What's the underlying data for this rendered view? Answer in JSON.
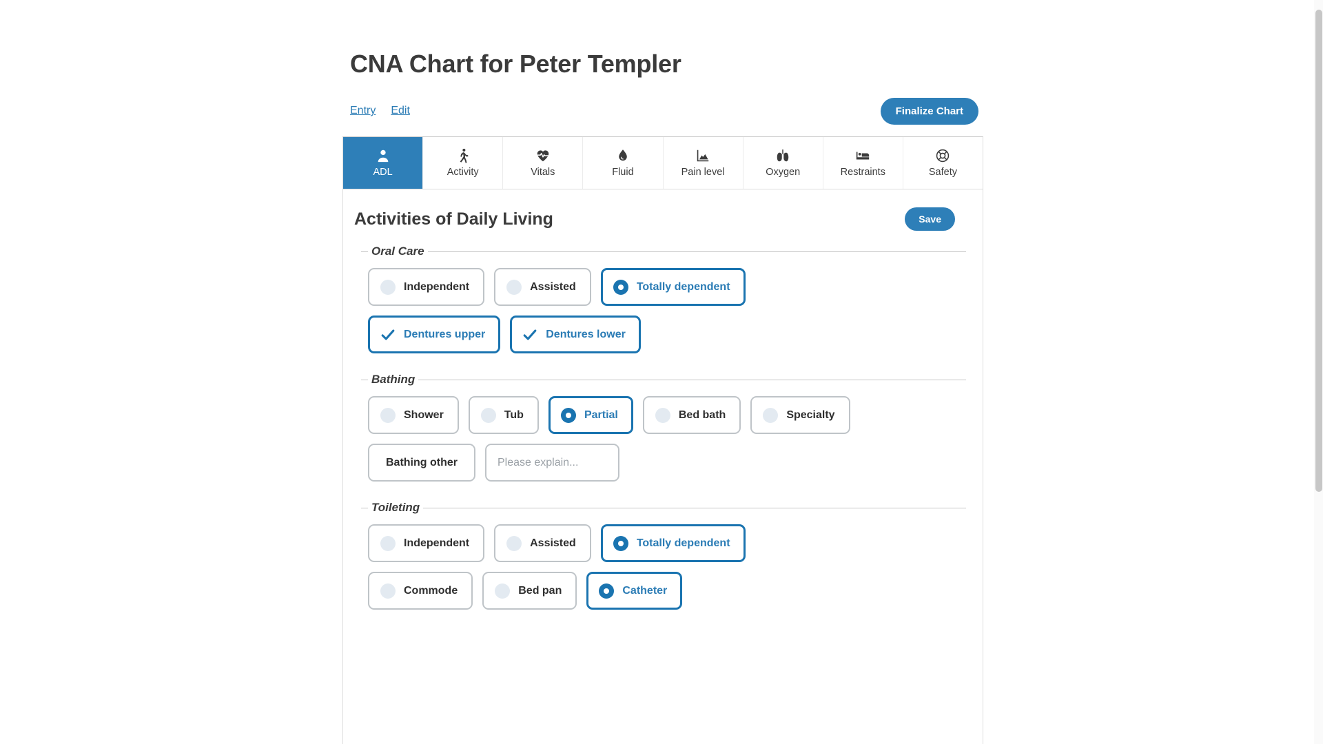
{
  "page": {
    "title": "CNA Chart for Peter Templer"
  },
  "subnav": {
    "links": [
      {
        "label": "Entry",
        "name": "entry"
      },
      {
        "label": "Edit",
        "name": "edit"
      }
    ]
  },
  "actions": {
    "finalize_label": "Finalize Chart",
    "save_label": "Save"
  },
  "colors": {
    "accent": "#2e7fb8",
    "selected_border": "#1a74b0",
    "selected_text": "#2b7cb5",
    "radio_empty": "#e3eaf1",
    "pill_border": "#bfc4c8",
    "text": "#3b3b3b"
  },
  "tabs": [
    {
      "label": "ADL",
      "icon": "person-icon",
      "active": true
    },
    {
      "label": "Activity",
      "icon": "walking-icon",
      "active": false
    },
    {
      "label": "Vitals",
      "icon": "heartbeat-icon",
      "active": false
    },
    {
      "label": "Fluid",
      "icon": "droplet-icon",
      "active": false
    },
    {
      "label": "Pain level",
      "icon": "chart-icon",
      "active": false
    },
    {
      "label": "Oxygen",
      "icon": "lungs-icon",
      "active": false
    },
    {
      "label": "Restraints",
      "icon": "bed-icon",
      "active": false
    },
    {
      "label": "Safety",
      "icon": "lifebuoy-icon",
      "active": false
    }
  ],
  "panel": {
    "heading": "Activities of Daily Living",
    "groups": [
      {
        "legend": "Oral Care",
        "rows": [
          {
            "control": "radio",
            "options": [
              {
                "label": "Independent",
                "selected": false
              },
              {
                "label": "Assisted",
                "selected": false
              },
              {
                "label": "Totally dependent",
                "selected": true
              }
            ]
          },
          {
            "control": "checkbox",
            "options": [
              {
                "label": "Dentures upper",
                "selected": true
              },
              {
                "label": "Dentures lower",
                "selected": true
              }
            ]
          }
        ]
      },
      {
        "legend": "Bathing",
        "rows": [
          {
            "control": "radio",
            "options": [
              {
                "label": "Shower",
                "selected": false
              },
              {
                "label": "Tub",
                "selected": false
              },
              {
                "label": "Partial",
                "selected": true
              },
              {
                "label": "Bed bath",
                "selected": false
              },
              {
                "label": "Specialty",
                "selected": false
              }
            ]
          },
          {
            "control": "mixed",
            "options": [
              {
                "label": "Bathing other",
                "selected": false,
                "control": "plain"
              }
            ],
            "input": {
              "value": "",
              "placeholder": "Please explain..."
            }
          }
        ]
      },
      {
        "legend": "Toileting",
        "rows": [
          {
            "control": "radio",
            "options": [
              {
                "label": "Independent",
                "selected": false
              },
              {
                "label": "Assisted",
                "selected": false
              },
              {
                "label": "Totally dependent",
                "selected": true
              }
            ]
          },
          {
            "control": "radio",
            "options": [
              {
                "label": "Commode",
                "selected": false
              },
              {
                "label": "Bed pan",
                "selected": false
              },
              {
                "label": "Catheter",
                "selected": true
              }
            ]
          }
        ]
      }
    ]
  }
}
